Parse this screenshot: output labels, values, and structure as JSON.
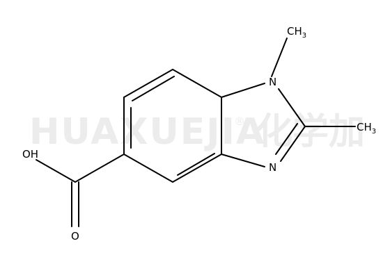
{
  "watermark": {
    "latin": "HUAXUEJIA",
    "registered": "®",
    "chinese": "化学加"
  },
  "labels": {
    "ch3_top": "CH",
    "ch3_top_sub": "3",
    "ch3_right": "CH",
    "ch3_right_sub": "3",
    "n_top": "N",
    "n_bottom": "N",
    "oh": "OH",
    "o": "O"
  }
}
